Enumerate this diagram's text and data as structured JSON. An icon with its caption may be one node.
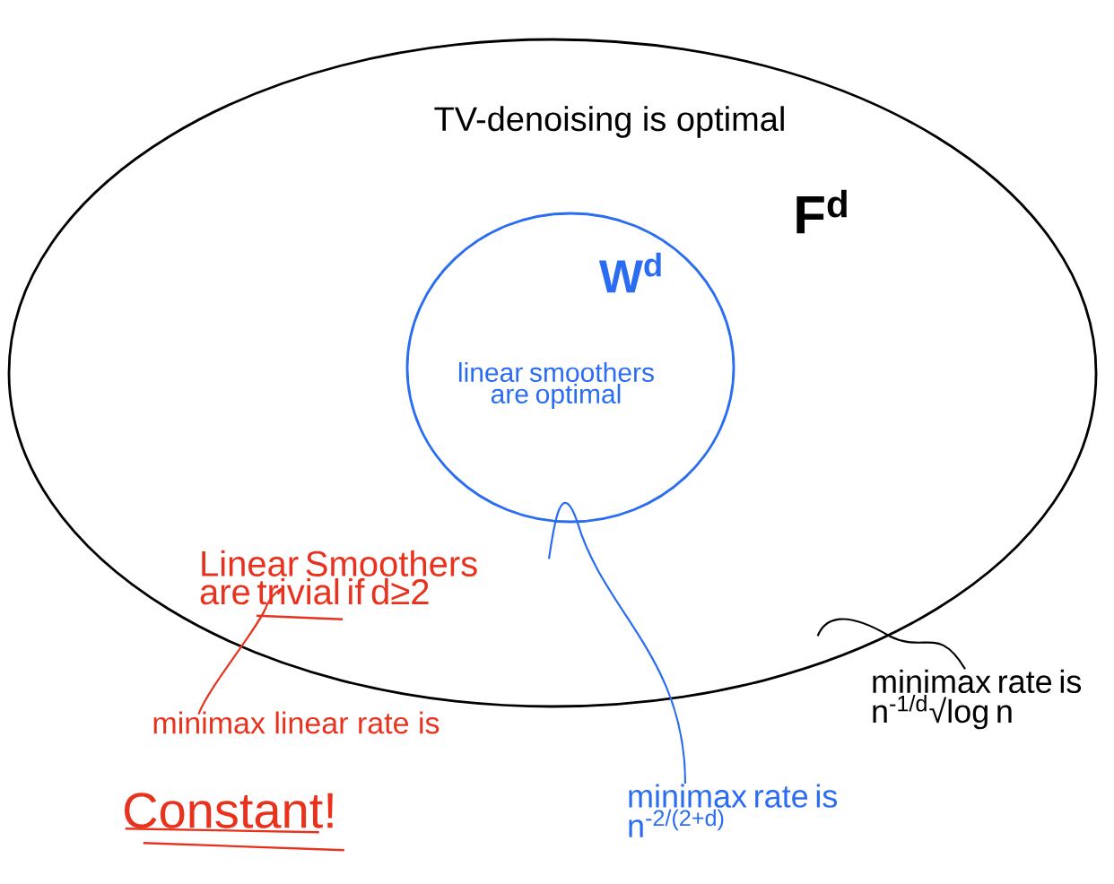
{
  "diagram": {
    "nodes": [
      {
        "text": [
          "TV-denoising is optimal",
          "F$^{d}$"
        ]
      },
      {
        "text": [
          "W$^{d}$",
          "linear smoothers are optimal"
        ],
        "in": 0
      },
      {
        "text": [
          "Linear Smoothers are trivial if d≥2"
        ],
        "in": 0
      },
      {
        "text": [
          "minimax linear rate is",
          "Constant!"
        ]
      },
      {
        "text": [
          "minimax rate is n$^{-1/d}$√log n"
        ]
      },
      {
        "text": [
          "minimax rate is n$^{-2/(2+d)}$"
        ]
      }
    ],
    "edges": [
      {
        "from": 3,
        "to": 2,
        "arrow": "none",
        "color": "#e8321e"
      },
      {
        "from": 4,
        "to": 0,
        "arrow": "none",
        "color": "#000000"
      },
      {
        "from": 5,
        "to": 1,
        "arrow": "none",
        "color": "#2a6df0"
      }
    ]
  }
}
